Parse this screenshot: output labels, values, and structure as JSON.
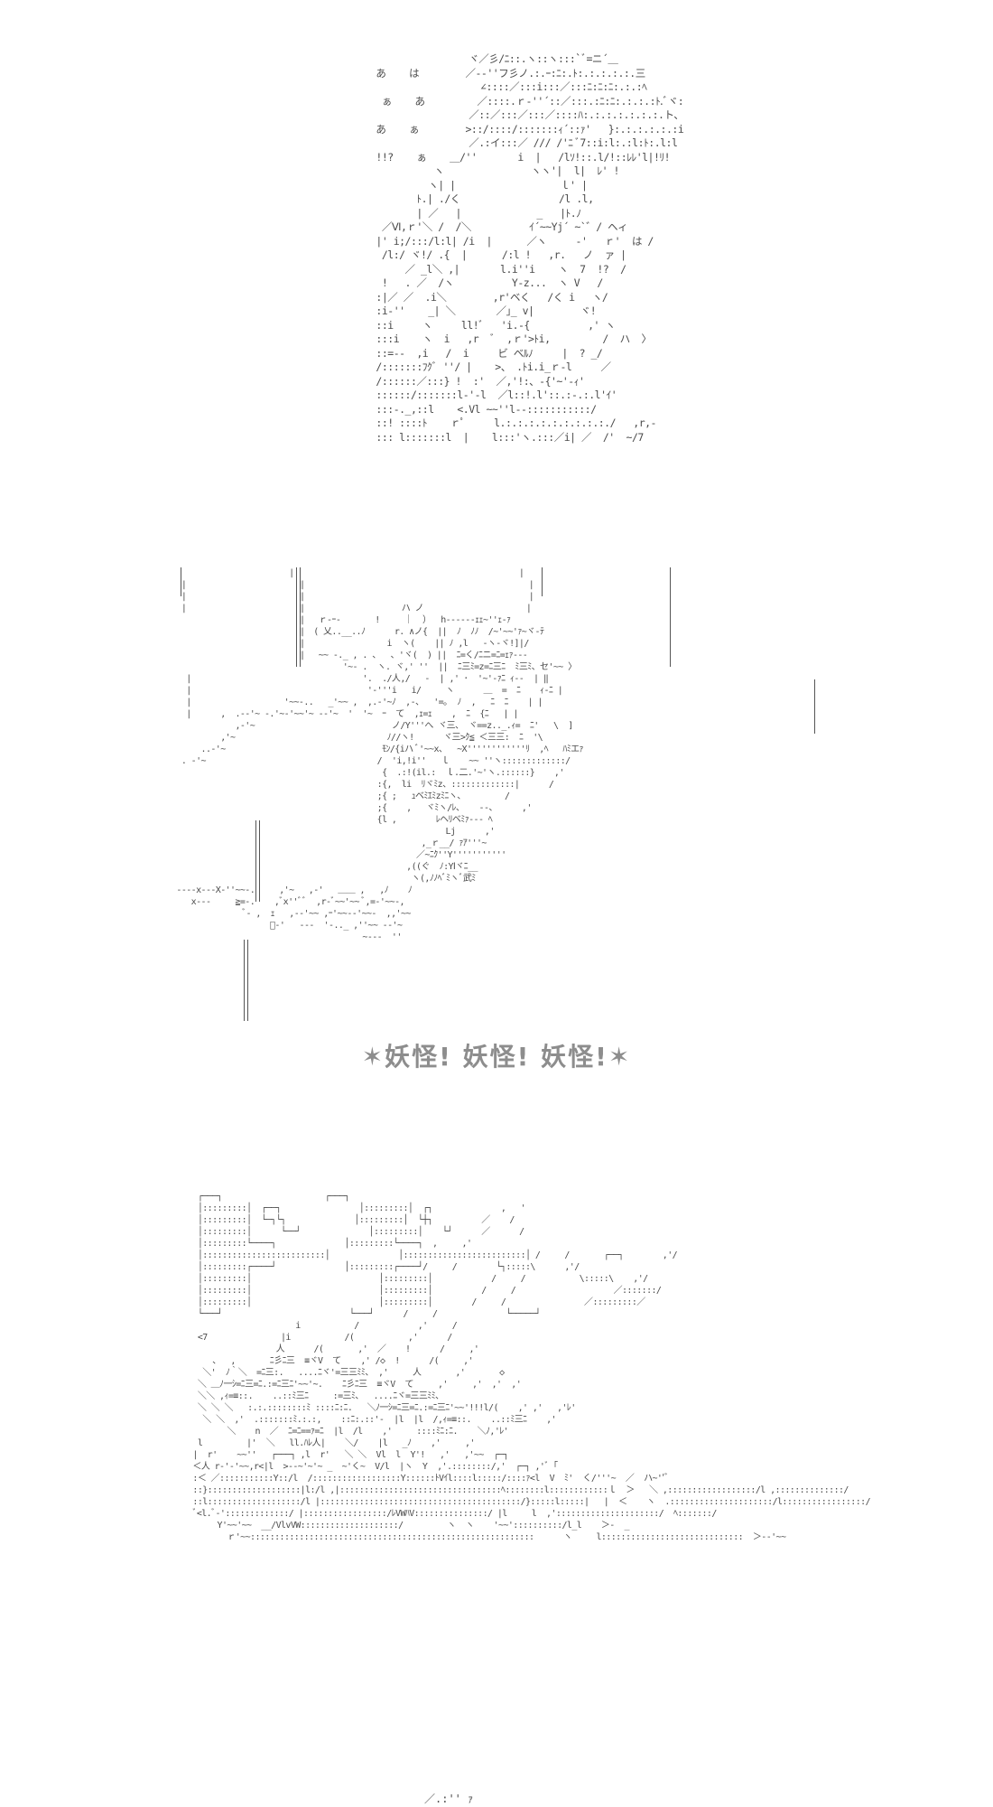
{
  "panel_1": {
    "art": "                 ヾ／彡/ﾆ::.ヽ::ヽ:::`ﾞ=ニ´＿\n あ    は        ／-‐''フ彡ノ.:.ｰ:ﾆ:.ﾄ:.:.:.:.:.三\n                   ∠::::／:::i:::／:::ﾆ:ﾆ:ﾆ:.:.:ﾍ\n  ぁ    あ         ／::::.ｒ‐''´::／:::.:ﾆ:ﾆ:.:.:.:ﾄ.ﾞヾ:\n                 ／::／:::／:::／::::ﾊ:.:.:.:.:.:.:.ト、\n あ    ぁ        >::/::::/:::::::ｨ´::ｧ'   }:.:.:.:.:.:i\n                 ／.:イ:::／ /// /'ﾆ ﾞ7::i:l:.:l:ﾄ:.l:l\n !!?    ぁ    ＿/''       i  |   /lｿ!::.l/!::ﾚﾚ'l|!ﾘ!\n           ヽ               ヽヽ'|  l|  ﾚ' !\n          ヽ| |                  ｌ' |\n        ﾄ.| ./く                 /l .l,\n        | ／   |             _   |ﾄ.ﾉ\n  ／Ⅵ,ｒ'＼ /  /＼          ｲ´~~Yj´ ~`゛/ ヘィ\n |' i;/:::/l:l| /i  |      ／ヽ     -'   ｒ'  は /\n  /l:/ ヾ!/ .{  |      /:l !   ,r.   ノ  ァ |\n      ／ _l＼ ,|       l.i''i    ヽ  7  !?  /\n  !   . ／  /ヽ          Y‐z...  ヽ V   /\n :|／ ／  .i＼        ,r'ベく   /く i   ヽ/\n :i-''    _| ＼       ／｣_ v|        ヾ!\n ::i     ヽ     ll!ﾞ   'i.-{          ,' ヽ\n :::i    ヽ  i   ,r  ﾞ  ,ｒ'>ﾄi,         /  ハ  〉\n ::=-‐  ,i   /  i     ビ ベﾙﾉ     |  ? _/\n /:::::::ﾌｸﾞ ''/ |    >、 .ﾄi.i_ｒ-l     ／\n /::::::／:::} !  :'  ／,'!:、-{'~'‐ｨ'\n ::::::/:::::::l-'-l  ／l::!.l'::.:-.:.l'ｲ'\n :::-._,::l    <.Vl ~~''l‐-:::::::::::/\n ::! ::::ﾄ    ｒﾟ     l.:.:.:.:.:.:.:.:.:./   ,r,‐\n ::: l:::::::l  |    l:::'ヽ.:::／i| ／  /'  ~/7",
    "speech_right": "は",
    "speech_right_2": "ァ",
    "speech_right_3": "!?"
  },
  "panel_2": {
    "art": "                        |                                              |\n  |                       ‖                                              |\n  |                       ‖                                              |\n  |                       ‖                    ハ ノ                     |\n                          ‖   ｒ‐ｰ‐       !     ｜  ）  h‐‐‐‐‐‐ｪｪ~''ｪ-ｧ\n                          ‖  ( 乂..__..ﾉ      r. ∧ノ{  ||  ﾉ  ﾉﾉ  /~'~~'ｧ~ヾ‐ﾃ\n                          ‖                 i  ヽ(    || ﾉ ,l   ‐ヽ‐ヾ!]|/\n                          ‖   ~~ -._ , . 、  、'ヾ(  ) ||  ﾆ=く/ﾆニ=ﾆ=ｪｧ‐‐‐\n                                   '~- .  ヽ. ヾ,' ''  ||  ﾆ三ﾐ=z=ﾆ三ﾆ  ﾐ三ﾐ、セ'~~ 〉\n   |                                   '.  ./人,/   ‐  | ,' ･  '~'‐ｧﾆ ｨ‐‐  | ‖\n   |                                    '-'''i   i/     ヽ      ＿  =  ﾆ    ｨ‐ﾆ |\n   |                   '~~-..   _'~~ ,  ,.-'~ﾉ  ,-、  '=｡  ﾉ  ,   ﾆ  ﾆ    | |\n   |      ,  .-‐'~ -.'~-'~~'~ -‐'~  '  '~  ｰ  て  ,ｪ=ｪ    ,  ﾆ  {ﾆ   | |\n             ,-'~                            ノ/Y'''へ ヾ三、 ヾ==z.._.ｨ=  ﾆ'   \\  ]\n          ,'~                               ﾉ//ヽ!      ヾ三>ｸ≦ ＜三三:  ﾆ  '\\\n      ..-'~                                ﾓﾝ/{iハ ﾞ'~~x、  ~X''''''''''''ﾘ  ,ﾍ   ﾊﾐエｧ\n  . -'~                                   /  'i,!i''   ｌ    ~~ ''ヽ:::::::::::::/\n                                           {  .:!(il.:  ｌ.二.'~'ヽ.::::::}    ,'\n                                          :{,  li  ﾘヾﾐz、:::::::::::::|      /\n                                          ;{ ;   ｭベﾐｴﾐzﾐﾆヽ、        /\n                                          ;{    ,   ヾﾐヽ/ﾚ、   ‐-、     ,'\n                                          {l ,        ﾚヘﾘベﾐｧ‐‐‐ ﾍ\n                                                        Lj      ,'\n                                                   ,_ｒ__/ ｧｱ'''~\n                                                  ／~ﾆｸ''Y'''''''''''\n                                                ,((ぐ  ﾉ:YⅠヾﾆ__\n                                                 ヽ(,ﾉﾉﾍﾞﾐヽﾞ武ﾐ\n ‐‐‐‐x‐‐‐X‐''~~-.     ,'~   ,‐'   ＿＿ ,   ,ﾉ    ﾉ\n    x‐‐‐     ≧=-.    ,ﾞx''ﾞﾞ  ,r‐ﾞ~~'~~ ﾞ,=‐'~~-,\n               ﾞ- ,  ｪ   ,‐-'~~ ,ｰ'~~‐-'~~‐  ,,'~~\n                    ﾞ‐'   ‐-‐  '-.._ ,''~~ -‐'~\n                                       ~‐--  ''"
  },
  "caption": "✶妖怪!   妖怪!   妖怪!✶",
  "panel_3": {
    "art": "  ┌───┐                     ┌───┐\n  │:::::::::│  ┌──┐                │:::::::::│  ┌┐              ,   '\n  │:::::::::│  └─┐└┐              │:::::::::│  └┼┐          ／    /\n  │:::::::::│      └──┘              │:::::::::│    └┘      ／      /\n  │:::::::::└────┐              │:::::::::└────┐  ,     ,'\n  │:::::::::::::::::::::::::│              │:::::::::::::::::::::::::│ /     /       ┌──┐        ,'/\n  │:::::::::┌────┘              │:::::::::┌────┘/     /        └┐:::::\\      ,'/\n  │:::::::::│                          │:::::::::│            /     /           \\:::::\\    ,'/\n  │:::::::::│                          │:::::::::│          /     /                    ／:::::::/\n  │:::::::::│                          │:::::::::│        /     /                ／:::::::::／\n  └───┘                          └───┘      /     /              └─────┘\n                      i           /            ,'     /\n  <7               |i           /(           ,'      /\n                  人      /(       ,'  ／    !      /     ,'\n     、  ,       ﾆ彡ﾆ三  ≡ヾV  て    ,' /◇  !      /(     ,'\n   ＼'  ﾉ｀＼  =ﾆ三:.   ....ﾆヾ'=三三ﾐﾐ、 ,'     人       ,'       ◇\n  ＼ ＿ﾉ一ｼ=ﾆ三=ﾆ.:=ﾆ三ﾆ'~~'~.    ﾆ彡ﾆ三  ≡ヾV  て     ,'     ,'  ,'  ,'\n  ＼＼ ,ｨ=≡::.    ..::ﾐ三ﾆ     :=三ﾐ、  ....ﾆヾ=三三ﾐﾐ、\n  ＼ ＼ ＼   :.:.::::::::ﾐ ::::ﾆ:ﾆ.   ＼ﾉ一ｼ=ﾆ三=ﾆ.:=ﾆ三ﾆ'~~'!!!l/(    ,' ,'   ,'ﾚ'\n   ＼ ＼  ,'  .:::::::ﾐ.:.:,    ::ﾆ:.::'‐  |l  |l  /,ｨ=≡::.    ..::ﾐ三ﾆ    ,'\n        ＼    n  ／  ﾆ=ﾆ==ｧ=ﾆ  |l  /l    ,'     ::::ﾐﾆ:ﾆ.    ＼ﾉ,'ﾚ'\n  l         |'  ＼   ll.ﾊﾚ人|    ＼/    |l   _ﾉ    ,'     ,'\n |  r'    ~~''   ┌───┐ ,l  r'   ＼ ＼  Vl  l  Y'!   ,'   ,'~~  ┌─┐\n ＜人 r-'‐'~~,r<|l  >‐-~'~'~ _  ~'く~  V/l  |ヽ  Y  ,'.::::::::/,'  ┌─┐ ,'ﾞ ｢\n :＜ ／:::::::::::Y::/l  /::::::::::::::::::Y::::::ﾄVｲl::::l:::::/::::ｧ<l  V  ﾐ'  く/'''~  ／  ハ~''ﾞ\n ::}:::::::::::::::::::|l:/l ,|:::::::::::::::::::::::::::::::::ﾍ::::::::l::::::::::::ｌ  ＞   ＼ ,::::::::::::::::::/l ,::::::::::::::/\n ::l:::::::::::::::::::/l |:::::::::::::::::::::::::::::::::::::::::/}:::::l:::::|   |  ＜    ヽ  .:::::::::::::::::::::/l:::::::::::::::::/\n ﾞ<l.ﾞ-':::::::::::::/ |:::::::::::::::::/ﾚVWﾊV:::::::::::::::/ |l     l  ,':::::::::::::::::::::/  ﾍ:::::::/\n      Y'~~'~~  __/VlvVW::::::::::::::::::::/         ヽ  ヽ    '~~'::::::::::/l_l    ＞-  _\n        ｒ'~~::::::::::::::::::::::::::::::::::::::::::::::::::::::::::      ヽ     l:::::::::::::::::::::::::::::  ＞‐-'~~"
  },
  "panel_4": {
    "art": "／.:'' ｧ"
  }
}
